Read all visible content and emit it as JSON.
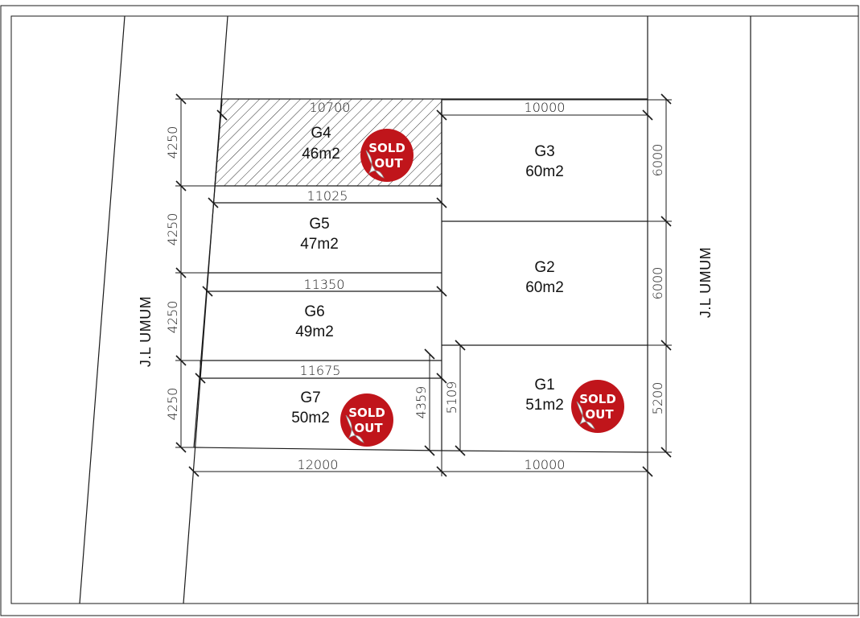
{
  "roads": {
    "left": "J.L UMUM",
    "right": "J.L UMUM"
  },
  "stickers": {
    "sold_line1": "SOLD",
    "sold_line2": "OUT",
    "color": "#c0151b"
  },
  "plots": {
    "g1": {
      "name": "G1",
      "area": "51m2",
      "sold": true
    },
    "g2": {
      "name": "G2",
      "area": "60m2",
      "sold": false
    },
    "g3": {
      "name": "G3",
      "area": "60m2",
      "sold": false
    },
    "g4": {
      "name": "G4",
      "area": "46m2",
      "sold": true
    },
    "g5": {
      "name": "G5",
      "area": "47m2",
      "sold": false
    },
    "g6": {
      "name": "G6",
      "area": "49m2",
      "sold": false
    },
    "g7": {
      "name": "G7",
      "area": "50m2",
      "sold": true
    }
  },
  "dimensions": {
    "g4_width": "10700",
    "g5_width": "11025",
    "g6_width": "11350",
    "g7_width": "11675",
    "bottom_left": "12000",
    "top_right": "10000",
    "bottom_right": "10000",
    "left_g4": "4250",
    "left_g5": "4250",
    "left_g6": "4250",
    "left_g7": "4250",
    "g7_depth": "4359",
    "g1_depth": "5109",
    "right_g3": "6000",
    "right_g2": "6000",
    "right_g1": "5200"
  }
}
